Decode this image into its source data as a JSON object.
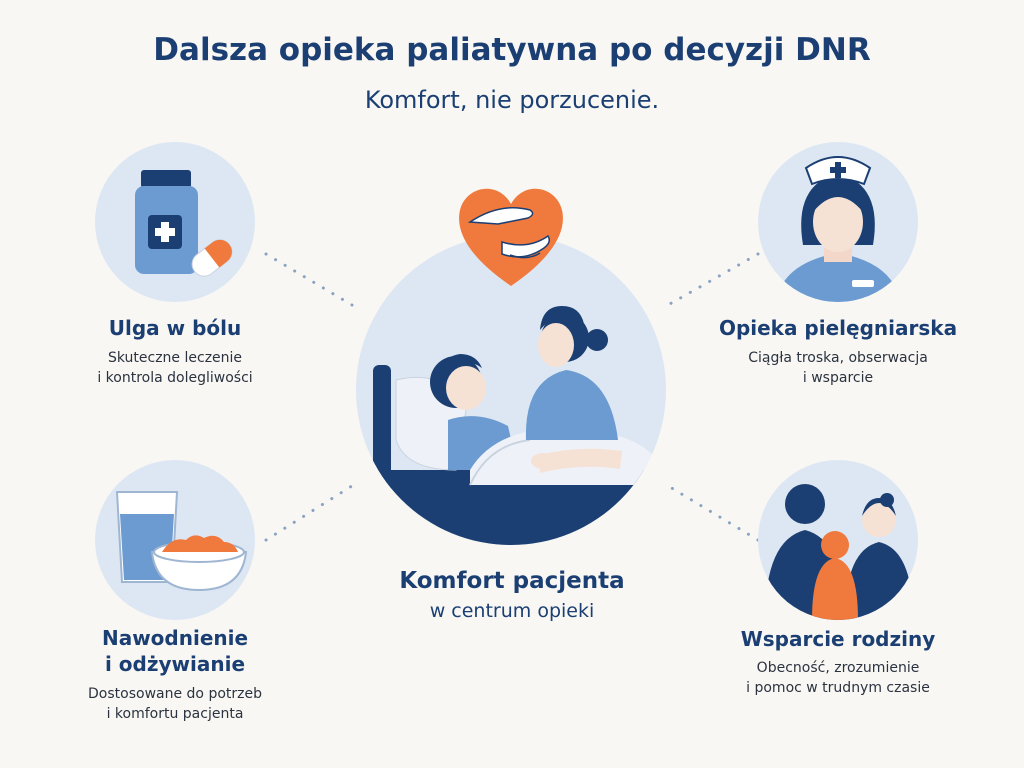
{
  "title": "Dalsza opieka paliatywna po decyzji DNR",
  "subtitle": "Komfort, nie porzucenie.",
  "center": {
    "heading": "Komfort pacjenta",
    "caption": "w centrum opieki"
  },
  "items": [
    {
      "heading": "Ulga w bólu",
      "line1": "Skuteczne leczenie",
      "line2": "i kontrola dolegliwości"
    },
    {
      "heading": "Opieka pielęgniarska",
      "line1": "Ciągła troska, obserwacja",
      "line2": "i wsparcie"
    },
    {
      "heading_line1": "Nawodnienie",
      "heading_line2": "i odżywianie",
      "line1": "Dostosowane do potrzeb",
      "line2": "i komfortu pacjenta"
    },
    {
      "heading": "Wsparcie rodziny",
      "line1": "Obecność, zrozumienie",
      "line2": "i pomoc w trudnym czasie"
    }
  ],
  "colors": {
    "navy": "#1b3f73",
    "blue": "#6b9bd1",
    "lightblue": "#dde7f3",
    "orange": "#f07a3d"
  }
}
